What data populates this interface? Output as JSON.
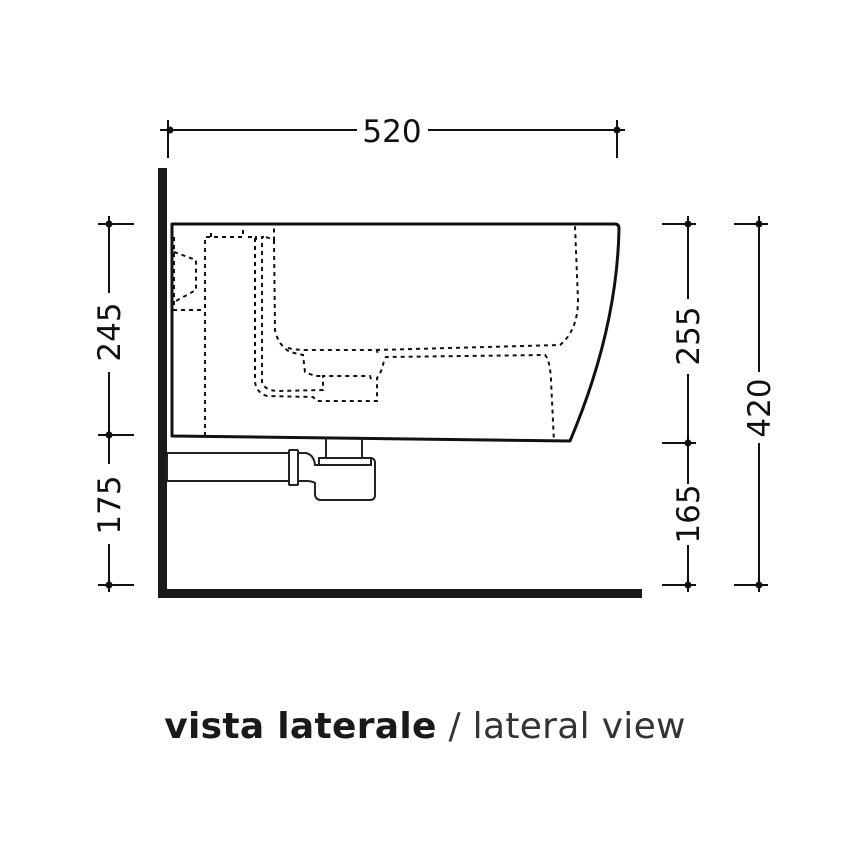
{
  "drawing": {
    "title_it": "vista laterale",
    "separator": " / ",
    "title_en": "lateral view",
    "dimensions": {
      "width_total": "520",
      "left_upper": "245",
      "left_lower": "175",
      "right_upper": "255",
      "right_lower": "165",
      "height_total": "420"
    },
    "colors": {
      "line": "#111111",
      "wall": "#1a1a1a",
      "background": "#ffffff"
    }
  }
}
